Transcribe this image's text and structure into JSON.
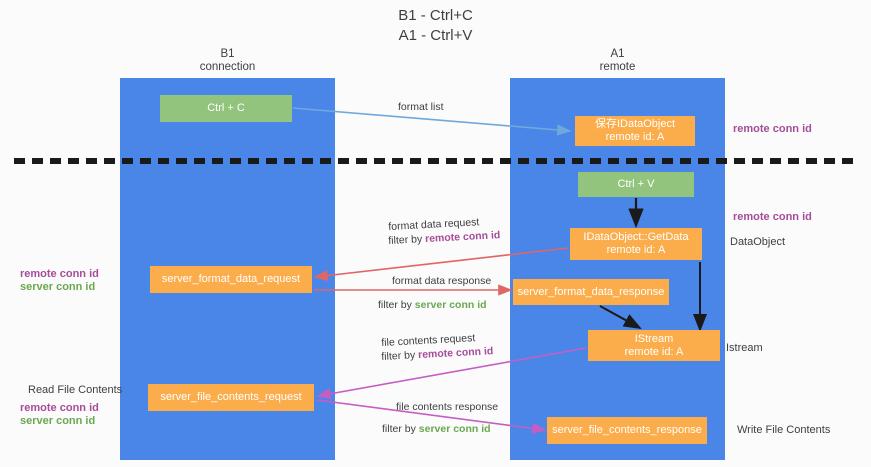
{
  "title": "B1 - Ctrl+C\nA1 - Ctrl+V",
  "columns": {
    "left": {
      "header": "B1\nconnection"
    },
    "right": {
      "header": "A1\nremote"
    }
  },
  "nodes": {
    "ctrl_c": {
      "label": "Ctrl + C",
      "color": "#93c47d"
    },
    "save_idataobject": {
      "label": "保存IDataObject\nremote id: A",
      "color": "#fbad4b"
    },
    "ctrl_v": {
      "label": "Ctrl + V",
      "color": "#93c47d"
    },
    "idataobject_getdata": {
      "label": "IDataObject::GetData\nremote id: A",
      "color": "#fbad4b"
    },
    "server_format_data_request": {
      "label": "server_format_data_request",
      "color": "#fbad4b"
    },
    "server_format_data_response": {
      "label": "server_format_data_response",
      "color": "#fbad4b"
    },
    "istream": {
      "label": "IStream\nremote id: A",
      "color": "#fbad4b"
    },
    "server_file_contents_request": {
      "label": "server_file_contents_request",
      "color": "#fbad4b"
    },
    "server_file_contents_response": {
      "label": "server_file_contents_response",
      "color": "#fbad4b"
    }
  },
  "annotations": {
    "remote_conn_id_top": "remote conn id",
    "remote_conn_id_mid": "remote conn id",
    "data_object": "DataObject",
    "istream": "Istream",
    "write_file_contents": "Write File Contents",
    "read_file_contents": "Read File Contents",
    "left_ids_1": "remote conn id\nserver conn id",
    "left_ids_2": "remote conn id\nserver conn id"
  },
  "edges": {
    "format_list": "format list",
    "format_data_request": "format data request",
    "format_data_request_filter_prefix": "filter by ",
    "format_data_request_filter_key": "remote conn id",
    "format_data_response": "format data response",
    "format_data_response_filter_prefix": "filter by ",
    "format_data_response_filter_key": "server conn id",
    "file_contents_request": "file contents request",
    "file_contents_request_filter_prefix": "filter by ",
    "file_contents_request_filter_key": "remote conn id",
    "file_contents_response": "file contents response",
    "file_contents_response_filter_prefix": "filter by ",
    "file_contents_response_filter_key": "server conn id"
  },
  "colors": {
    "lane": "#4a86e8",
    "green_node": "#93c47d",
    "orange_node": "#fbad4b",
    "purple_text": "#a64d9a",
    "green_text": "#6aa84f",
    "divider": "#1a1a1a",
    "arrow_blue": "#6fa8dc",
    "arrow_red": "#e06666",
    "arrow_magenta": "#c45ec4",
    "arrow_black": "#1a1a1a"
  }
}
